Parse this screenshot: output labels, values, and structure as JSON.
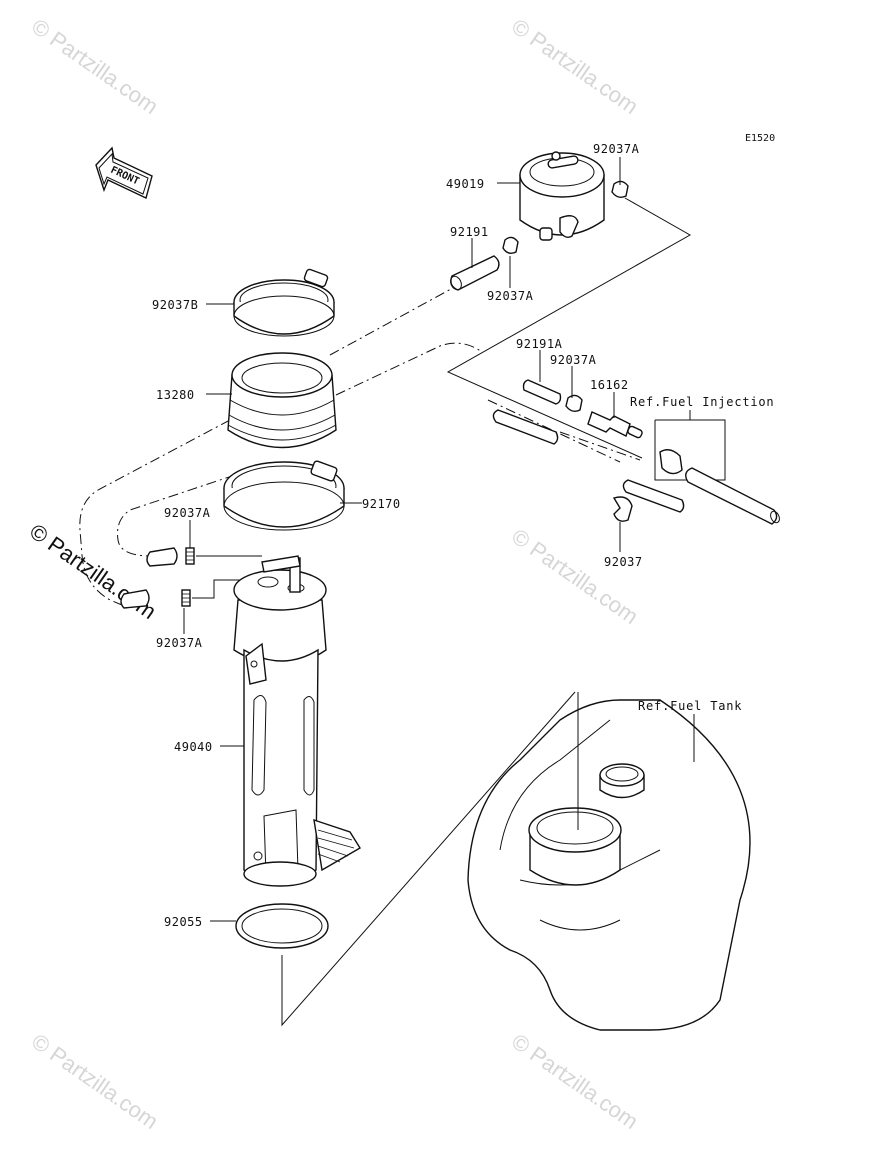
{
  "diagram": {
    "code": "E1520",
    "front_label": "FRONT",
    "parts": {
      "p49019": "49019",
      "p92037A_top": "92037A",
      "p92191": "92191",
      "p92037A_mid": "92037A",
      "p92037B": "92037B",
      "p13280": "13280",
      "p92191A": "92191A",
      "p92037A_right": "92037A",
      "p16162": "16162",
      "p92170": "92170",
      "p92037A_left_top": "92037A",
      "p92037A_left_bottom": "92037A",
      "p92037": "92037",
      "p49040": "49040",
      "p92055": "92055"
    },
    "references": {
      "fuel_injection": "Ref.Fuel Injection",
      "fuel_tank": "Ref.Fuel Tank"
    }
  },
  "watermarks": {
    "text": "© Partzilla.com"
  }
}
